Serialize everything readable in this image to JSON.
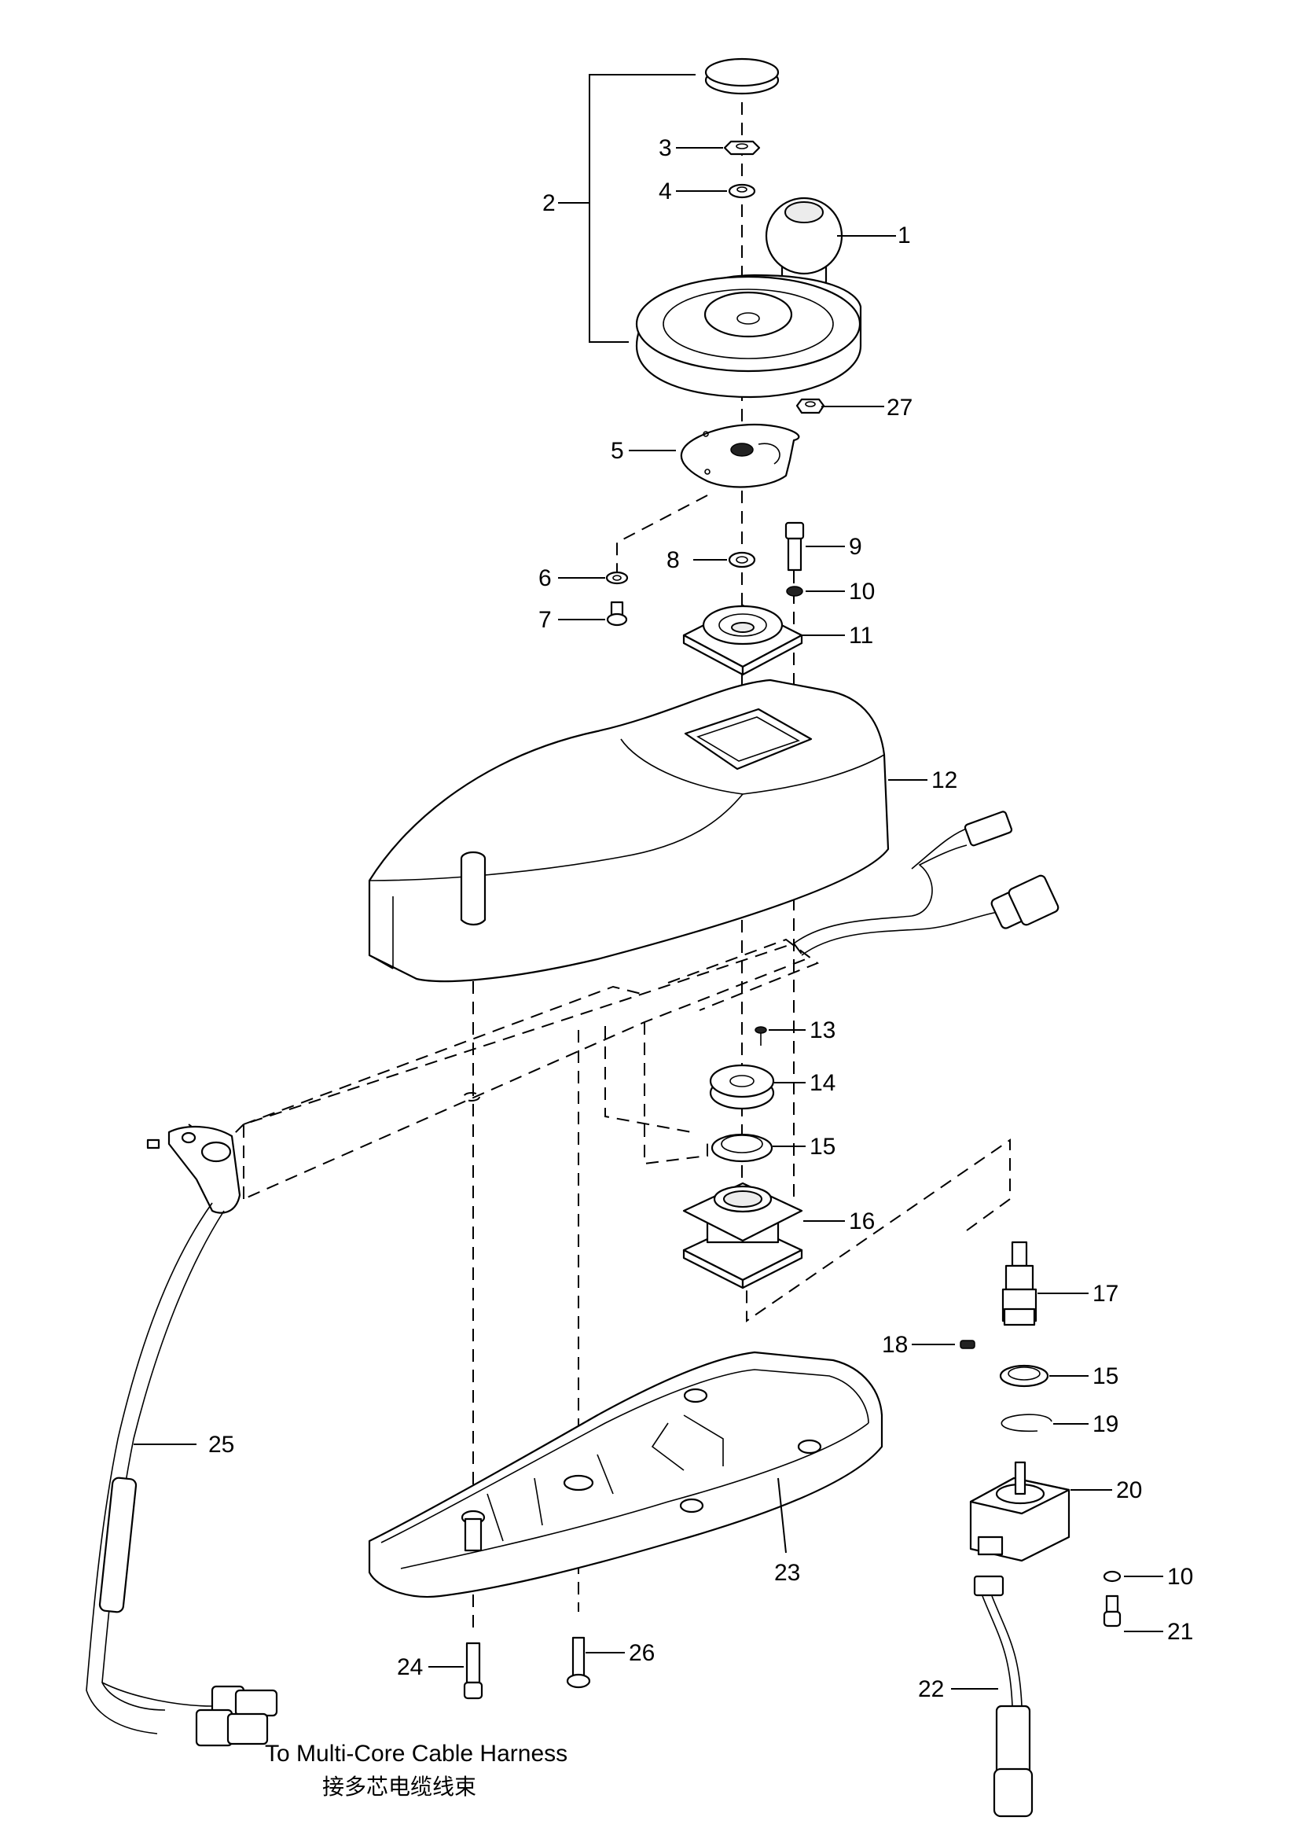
{
  "callouts": {
    "c1": "1",
    "c2": "2",
    "c3": "3",
    "c4": "4",
    "c5": "5",
    "c6": "6",
    "c7": "7",
    "c8": "8",
    "c9": "9",
    "c10a": "10",
    "c10b": "10",
    "c11": "11",
    "c12": "12",
    "c13": "13",
    "c14": "14",
    "c15a": "15",
    "c15b": "15",
    "c16": "16",
    "c17": "17",
    "c18": "18",
    "c19": "19",
    "c20": "20",
    "c21": "21",
    "c22": "22",
    "c23": "23",
    "c24": "24",
    "c25": "25",
    "c26": "26",
    "c27": "27"
  },
  "note": {
    "english": "To Multi-Core Cable Harness",
    "chinese": "接多芯电缆线束"
  }
}
